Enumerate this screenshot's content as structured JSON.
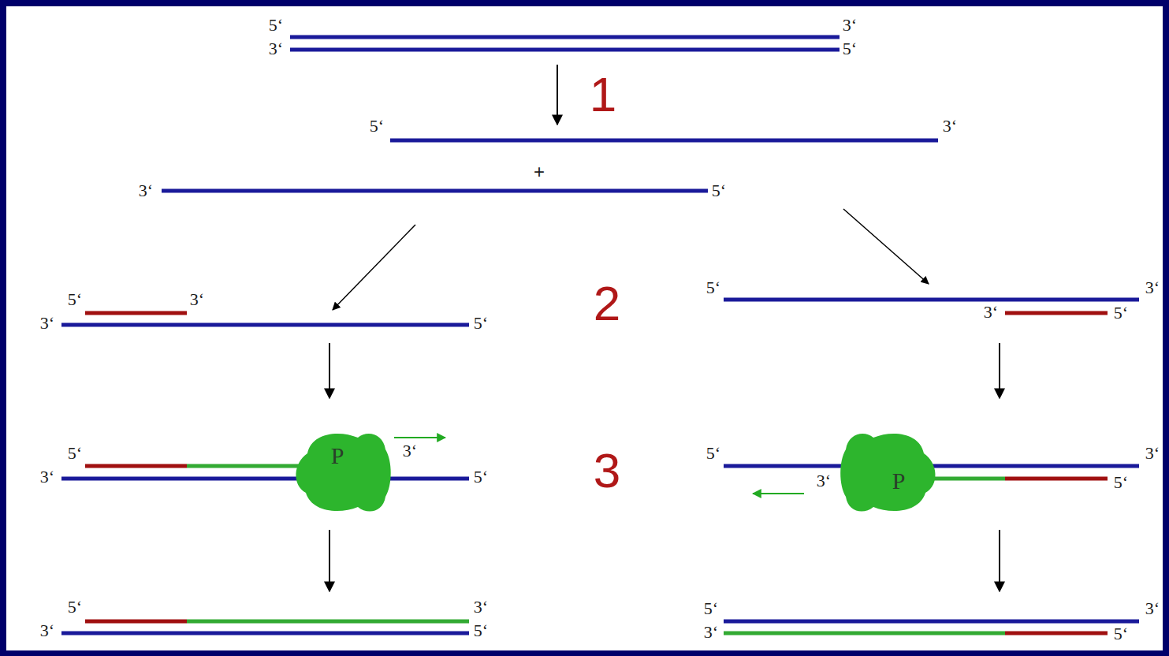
{
  "diagram": {
    "nodes": [
      {
        "text": [
          "P"
        ]
      },
      {
        "text": [
          "P"
        ]
      }
    ],
    "labels": [
      "5‘",
      "3‘",
      "3‘",
      "5‘",
      "1",
      "5‘",
      "3‘",
      "+",
      "3‘",
      "5‘",
      "2",
      "5‘",
      "3‘",
      "3‘",
      "5‘",
      "5‘",
      "3‘",
      "3‘",
      "5‘",
      "3",
      "5‘",
      "3‘",
      "3‘",
      "5‘",
      "5‘",
      "3‘",
      "3‘",
      "5‘",
      "5‘",
      "3‘",
      "3‘",
      "5‘",
      "5‘",
      "3‘",
      "3‘",
      "5‘"
    ]
  }
}
